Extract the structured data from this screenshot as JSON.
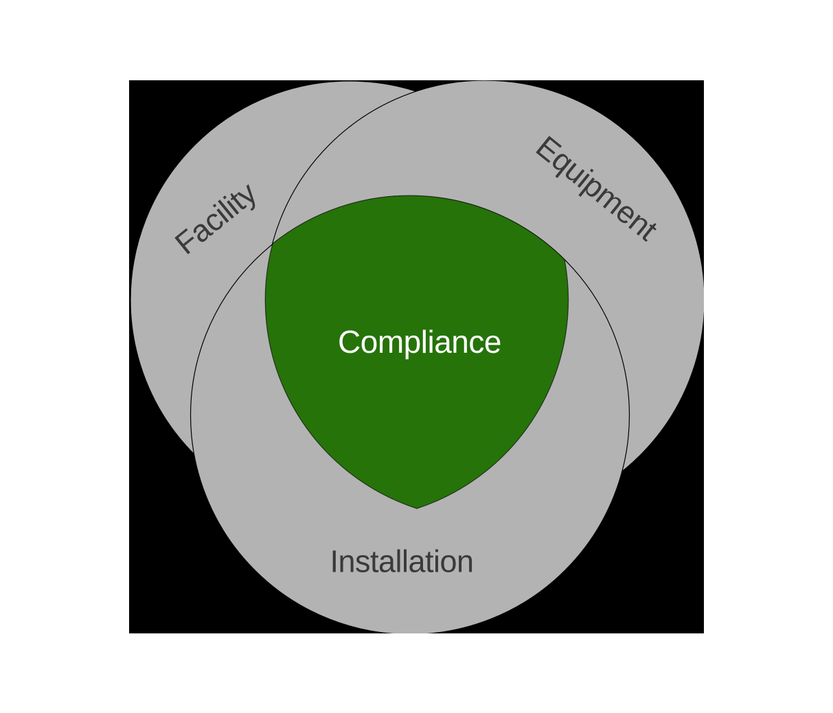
{
  "diagram": {
    "type": "venn3",
    "labels": {
      "set1": "Facility",
      "set2": "Equipment",
      "set3": "Installation",
      "intersection": "Compliance"
    },
    "colors": {
      "panel_background": "#000000",
      "set_fill": "#b3b3b3",
      "set_outline": "#000000",
      "intersection_fill": "#26730a",
      "set_label": "#3a3a3a",
      "intersection_label": "#ffffff"
    }
  }
}
